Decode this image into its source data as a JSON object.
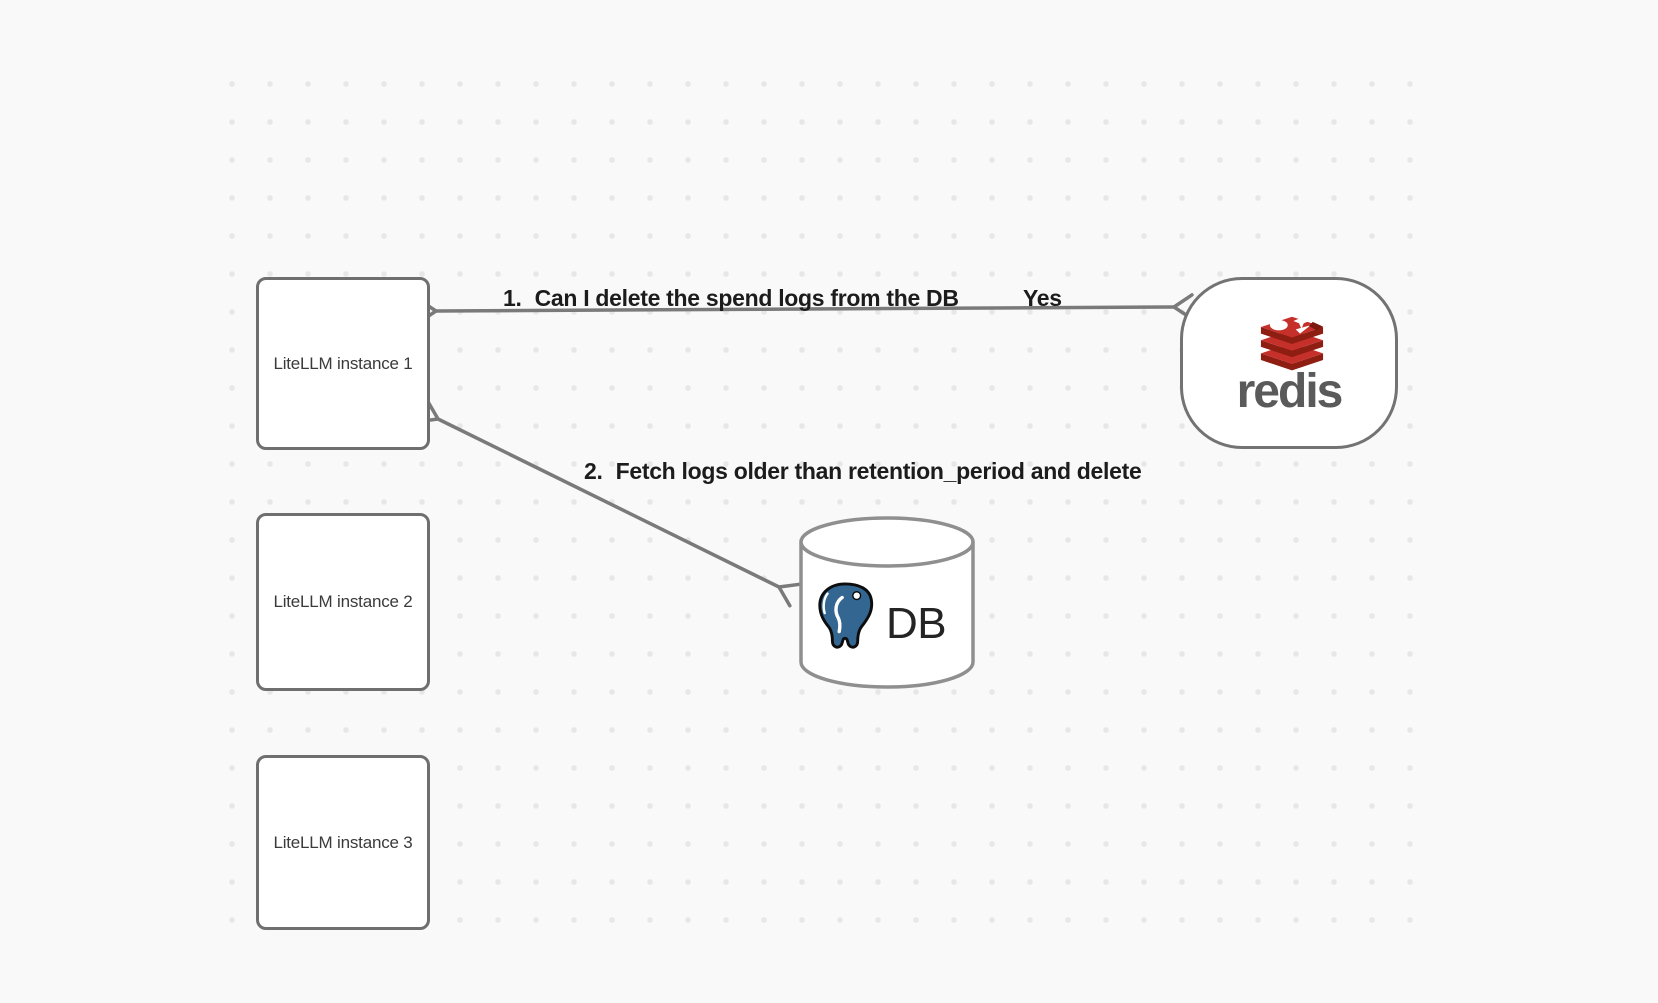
{
  "colors": {
    "background": "#f9f9f9",
    "grid_dot": "#e7e7e7",
    "shape_border_gray": "#6f6f6f",
    "arrow_gray": "#7a7a7a",
    "annotation_text": "#1c1c1c",
    "redis_red": "#c6302b",
    "redis_red_dark": "#8e1d12",
    "redis_wordmark_gray": "#5a5a5a",
    "postgres_blue": "#336791"
  },
  "nodes": {
    "instances": [
      {
        "label": "LiteLLM instance 1"
      },
      {
        "label": "LiteLLM instance 2"
      },
      {
        "label": "LiteLLM instance 3"
      }
    ],
    "redis": {
      "wordmark": "redis"
    },
    "db": {
      "label": "DB"
    }
  },
  "annotations": {
    "step1": {
      "number": "1.",
      "text": "Can I delete the spend logs from the DB"
    },
    "step1_response": "Yes",
    "step2": {
      "number": "2.",
      "text": "Fetch logs older than retention_period and delete"
    }
  }
}
